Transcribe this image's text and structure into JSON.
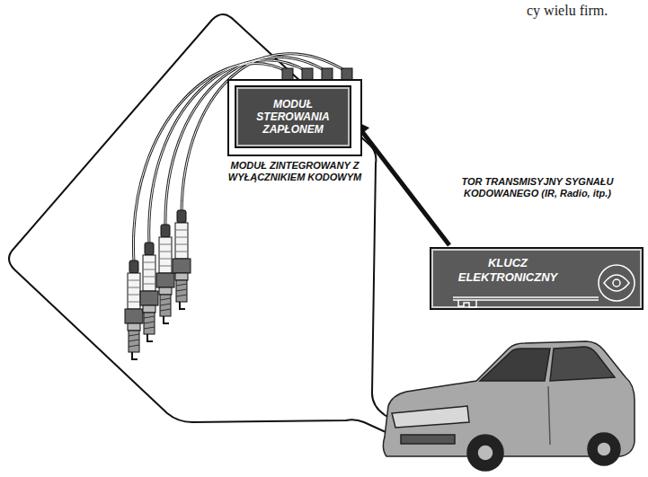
{
  "diagram": {
    "nodes": [
      {
        "text": [
          "MODUŁ ZINTEGROWANY Z WYŁĄCZNIKIEM KODOWYM"
        ]
      },
      {
        "text": [
          "MODUŁ STEROWANIA ZAPŁONEM"
        ],
        "in": 0
      },
      {
        "text": [
          "KLUCZ ELEKTRONICZNY"
        ]
      }
    ],
    "edges": [
      {
        "from": 2,
        "to": 1,
        "arrow": "to",
        "label": "TOR TRANSMISYJNY SYGNAŁU KODOWANEGO (IR, Radio, itp.)"
      }
    ],
    "labels": [
      "cy wielu firm."
    ]
  }
}
